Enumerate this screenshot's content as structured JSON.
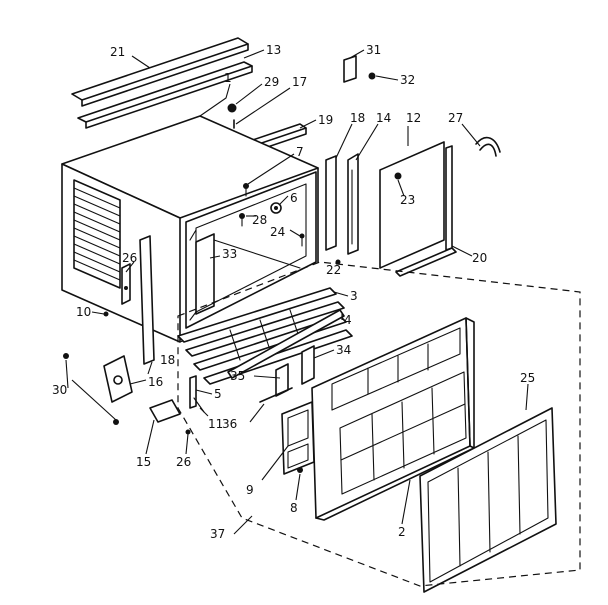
{
  "diagram": {
    "callouts": {
      "c1": "1",
      "c2": "2",
      "c3": "3",
      "c4": "4",
      "c5": "5",
      "c6": "6",
      "c7": "7",
      "c8": "8",
      "c9": "9",
      "c10": "10",
      "c11": "11",
      "c12": "12",
      "c13": "13",
      "c14": "14",
      "c15": "15",
      "c16": "16",
      "c17": "17",
      "c18a": "18",
      "c18b": "18",
      "c19": "19",
      "c20": "20",
      "c21": "21",
      "c22": "22",
      "c23": "23",
      "c24": "24",
      "c25": "25",
      "c26a": "26",
      "c26b": "26",
      "c27": "27",
      "c28": "28",
      "c29": "29",
      "c30": "30",
      "c31": "31",
      "c32": "32",
      "c33": "33",
      "c34": "34",
      "c35": "35",
      "c36": "36",
      "c37": "37"
    }
  }
}
